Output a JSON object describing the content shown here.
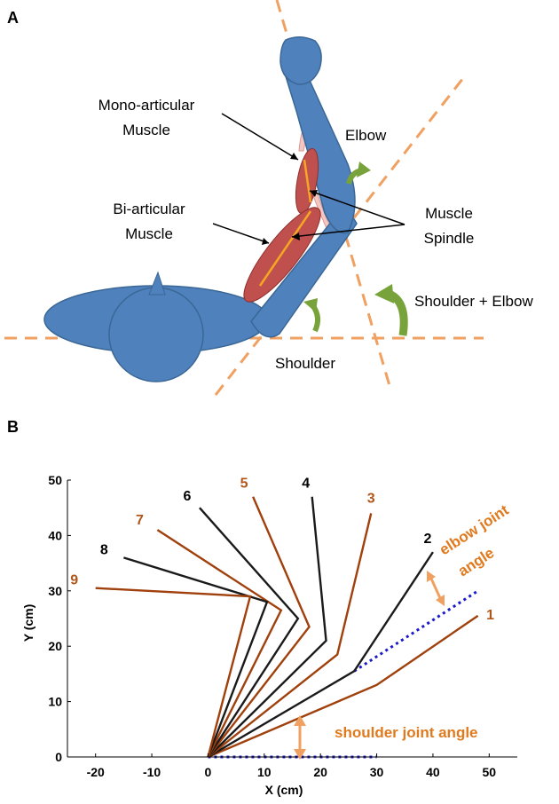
{
  "panel_a": {
    "letter": "A",
    "labels": {
      "mono_line1": "Mono-articular",
      "mono_line2": "Muscle",
      "bi_line1": "Bi-articular",
      "bi_line2": "Muscle",
      "elbow": "Elbow",
      "spindle_line1": "Muscle",
      "spindle_line2": "Spindle",
      "shoulder_elbow": "Shoulder + Elbow",
      "shoulder": "Shoulder"
    },
    "colors": {
      "body": "#4f81bd",
      "body_edge": "#3a6795",
      "muscle": "#c0504d",
      "spindle": "#f5a623",
      "tendon": "#f4c7c3",
      "dashed_line": "#f0a060",
      "arrow": "#77a33a"
    }
  },
  "panel_b": {
    "letter": "B",
    "annotations": {
      "elbow_line1": "elbow joint",
      "elbow_line2": "angle",
      "shoulder": "shoulder joint angle"
    },
    "colors": {
      "black": "#1a1a1a",
      "brown": "#a0400c",
      "orange_text": "#e07a1f",
      "label_brown": "#b0561a",
      "blue_dotted": "#1a1acc"
    }
  },
  "chart_data": {
    "type": "line",
    "xlabel": "X (cm)",
    "ylabel": "Y (cm)",
    "xlim": [
      -25,
      55
    ],
    "ylim": [
      0,
      50
    ],
    "xticks": [
      -20,
      -10,
      0,
      10,
      20,
      30,
      40,
      50
    ],
    "yticks": [
      0,
      10,
      20,
      30,
      40,
      50
    ],
    "grid": false,
    "series": [
      {
        "name": "1",
        "color": "#a0400c",
        "points": [
          [
            0,
            0
          ],
          [
            30,
            13
          ],
          [
            48,
            25.5
          ]
        ]
      },
      {
        "name": "2",
        "color": "#1a1a1a",
        "points": [
          [
            0,
            0
          ],
          [
            26,
            15.5
          ],
          [
            40,
            37
          ]
        ]
      },
      {
        "name": "3",
        "color": "#a0400c",
        "points": [
          [
            0,
            0
          ],
          [
            23,
            18.5
          ],
          [
            29,
            44
          ]
        ]
      },
      {
        "name": "4",
        "color": "#1a1a1a",
        "points": [
          [
            0,
            0
          ],
          [
            21,
            21
          ],
          [
            18.5,
            47
          ]
        ]
      },
      {
        "name": "5",
        "color": "#a0400c",
        "points": [
          [
            0,
            0
          ],
          [
            18,
            23.5
          ],
          [
            8,
            47
          ]
        ]
      },
      {
        "name": "6",
        "color": "#1a1a1a",
        "points": [
          [
            0,
            0
          ],
          [
            16,
            25
          ],
          [
            -1.5,
            45
          ]
        ]
      },
      {
        "name": "7",
        "color": "#a0400c",
        "points": [
          [
            0,
            0
          ],
          [
            13,
            26.5
          ],
          [
            -9,
            41
          ]
        ]
      },
      {
        "name": "8",
        "color": "#1a1a1a",
        "points": [
          [
            0,
            0
          ],
          [
            10.5,
            28
          ],
          [
            -15,
            36
          ]
        ]
      },
      {
        "name": "9",
        "color": "#a0400c",
        "points": [
          [
            0,
            0
          ],
          [
            7.5,
            29
          ],
          [
            -20,
            30.5
          ]
        ]
      }
    ],
    "reference_lines": [
      {
        "points": [
          [
            0,
            0
          ],
          [
            30,
            0
          ]
        ]
      },
      {
        "points": [
          [
            26,
            15.5
          ],
          [
            48,
            30
          ]
        ]
      }
    ]
  }
}
